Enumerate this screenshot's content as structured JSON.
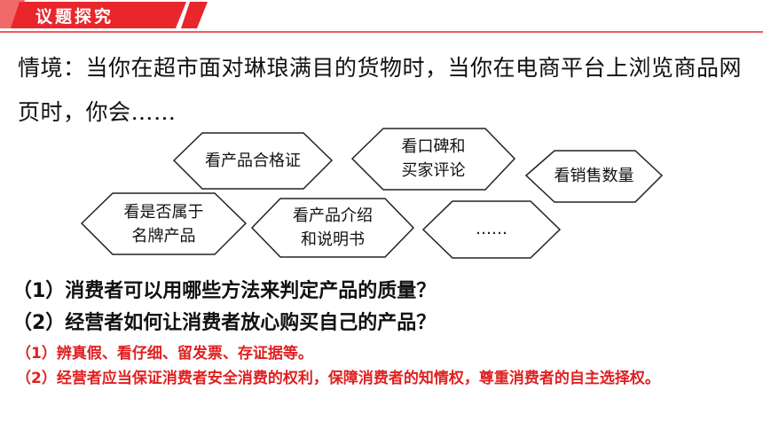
{
  "header": {
    "title": "议题探究"
  },
  "intro": {
    "text": "情境：当你在超市面对琳琅满目的货物时，当你在电商平台上浏览商品网页时，你会……"
  },
  "hexagons": [
    {
      "line1": "看产品合格证",
      "line2": ""
    },
    {
      "line1": "看口碑和",
      "line2": "买家评论"
    },
    {
      "line1": "看销售数量",
      "line2": ""
    },
    {
      "line1": "看是否属于",
      "line2": "名牌产品"
    },
    {
      "line1": "看产品介绍",
      "line2": "和说明书"
    },
    {
      "line1": "……",
      "line2": ""
    }
  ],
  "questions": {
    "q1": "（1）消费者可以用哪些方法来判定产品的质量？",
    "q2": "（2）经营者如何让消费者放心购买自己的产品？"
  },
  "answers": {
    "a1": "（1）辨真假、看仔细、留发票、存证据等。",
    "a2": "（2）经营者应当保证消费者安全消费的权利，保障消费者的知情权，尊重消费者的自主选择权。"
  },
  "colors": {
    "accent_red": "#e02020",
    "banner_red": "#e8262b"
  }
}
